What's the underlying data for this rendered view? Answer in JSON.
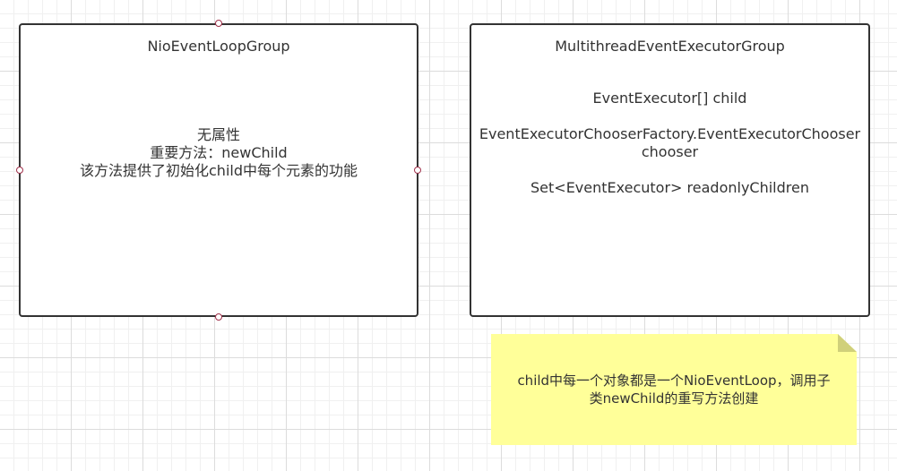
{
  "diagram": {
    "left_box": {
      "title": "NioEventLoopGroup",
      "lines": [
        "无属性",
        "重要方法：newChild",
        "该方法提供了初始化child中每个元素的功能"
      ]
    },
    "right_box": {
      "title": "MultithreadEventExecutorGroup",
      "field_1": "EventExecutor[] child",
      "field_2_line_1": "EventExecutorChooserFactory.EventExecutorChooser",
      "field_2_line_2": "chooser",
      "field_3": "Set<EventExecutor> readonlyChildren"
    },
    "note": {
      "line_1": "child中每一个对象都是一个NioEventLoop，调用子",
      "line_2": "类newChild的重写方法创建"
    },
    "colors": {
      "note_fill": "#ffff99",
      "box_border": "#333333",
      "handle_border": "#a0304a"
    }
  }
}
